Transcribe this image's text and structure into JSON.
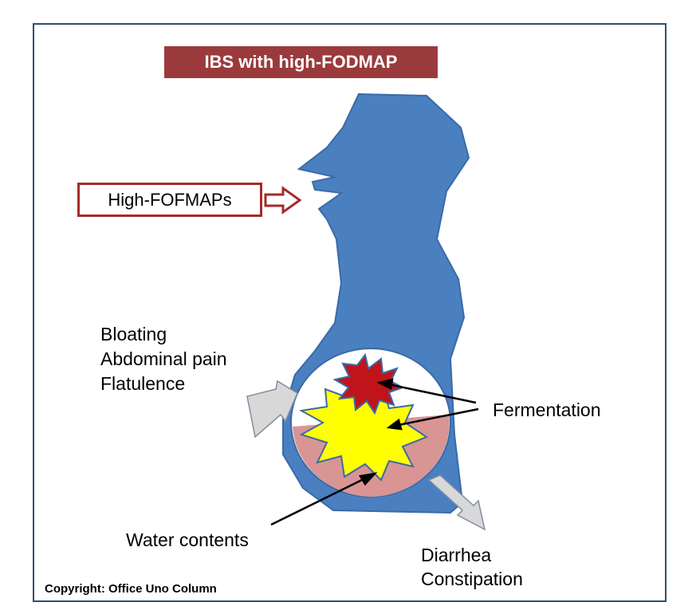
{
  "title": "IBS with high-FODMAP",
  "input_label": "High-FOFMAPs",
  "symptoms_upper": [
    "Bloating",
    "Abdominal pain",
    "Flatulence"
  ],
  "fermentation_label": "Fermentation",
  "water_label": "Water contents",
  "symptoms_lower": [
    "Diarrhea",
    "Constipation"
  ],
  "copyright": "Copyright: Office Uno Column",
  "colors": {
    "body": "#4a7fc0",
    "title_bg": "#9b3a3c",
    "input_border": "#a52a2a",
    "small_burst": "#c0141a",
    "large_burst": "#ffff00",
    "water": "#d99594",
    "symptom_arrow": "#d8d8d8"
  }
}
